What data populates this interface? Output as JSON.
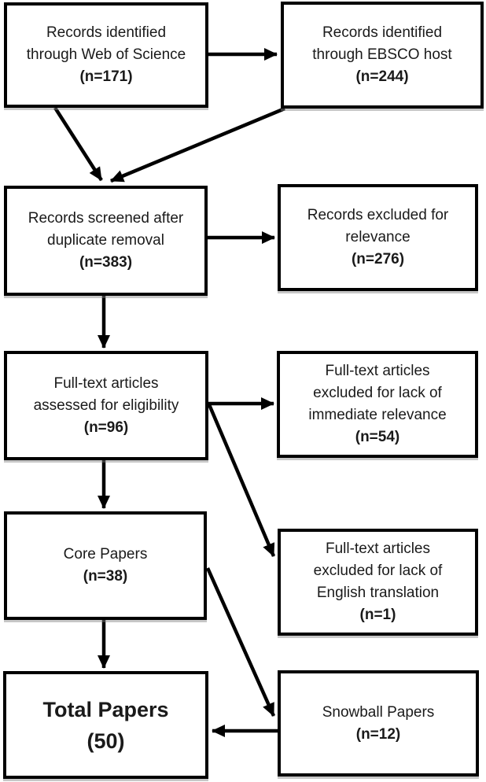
{
  "diagram": {
    "type": "flowchart",
    "colors": {
      "background": "#ffffff",
      "box_border": "#000000",
      "arrow": "#000000",
      "text": "#1a1a1a"
    },
    "boxes": {
      "web_of_science": {
        "label": "Records identified\nthrough Web of Science",
        "count": "(n=171)"
      },
      "ebsco": {
        "label": "Records identified\nthrough EBSCO host",
        "count": "(n=244)"
      },
      "screened": {
        "label": "Records screened after\nduplicate removal",
        "count": "(n=383)"
      },
      "excluded_relevance": {
        "label": "Records excluded for\nrelevance",
        "count": "(n=276)"
      },
      "fulltext_assessed": {
        "label": "Full-text articles\nassessed for eligibility",
        "count": "(n=96)"
      },
      "excluded_immediate": {
        "label": "Full-text articles\nexcluded for lack of\nimmediate relevance",
        "count": "(n=54)"
      },
      "core_papers": {
        "label": "Core Papers",
        "count": "(n=38)"
      },
      "excluded_translation": {
        "label": "Full-text articles\nexcluded for lack of\nEnglish translation",
        "count": "(n=1)"
      },
      "total_papers": {
        "label": "Total Papers",
        "count": "(50)"
      },
      "snowball": {
        "label": "Snowball Papers",
        "count": "(n=12)"
      }
    },
    "arrows": [
      {
        "from": "web_of_science",
        "to": "ebsco"
      },
      {
        "from": "web_of_science",
        "to": "screened"
      },
      {
        "from": "ebsco",
        "to": "screened"
      },
      {
        "from": "screened",
        "to": "excluded_relevance"
      },
      {
        "from": "screened",
        "to": "fulltext_assessed"
      },
      {
        "from": "fulltext_assessed",
        "to": "excluded_immediate"
      },
      {
        "from": "fulltext_assessed",
        "to": "excluded_translation"
      },
      {
        "from": "fulltext_assessed",
        "to": "core_papers"
      },
      {
        "from": "core_papers",
        "to": "snowball"
      },
      {
        "from": "core_papers",
        "to": "total_papers"
      },
      {
        "from": "snowball",
        "to": "total_papers"
      }
    ]
  }
}
